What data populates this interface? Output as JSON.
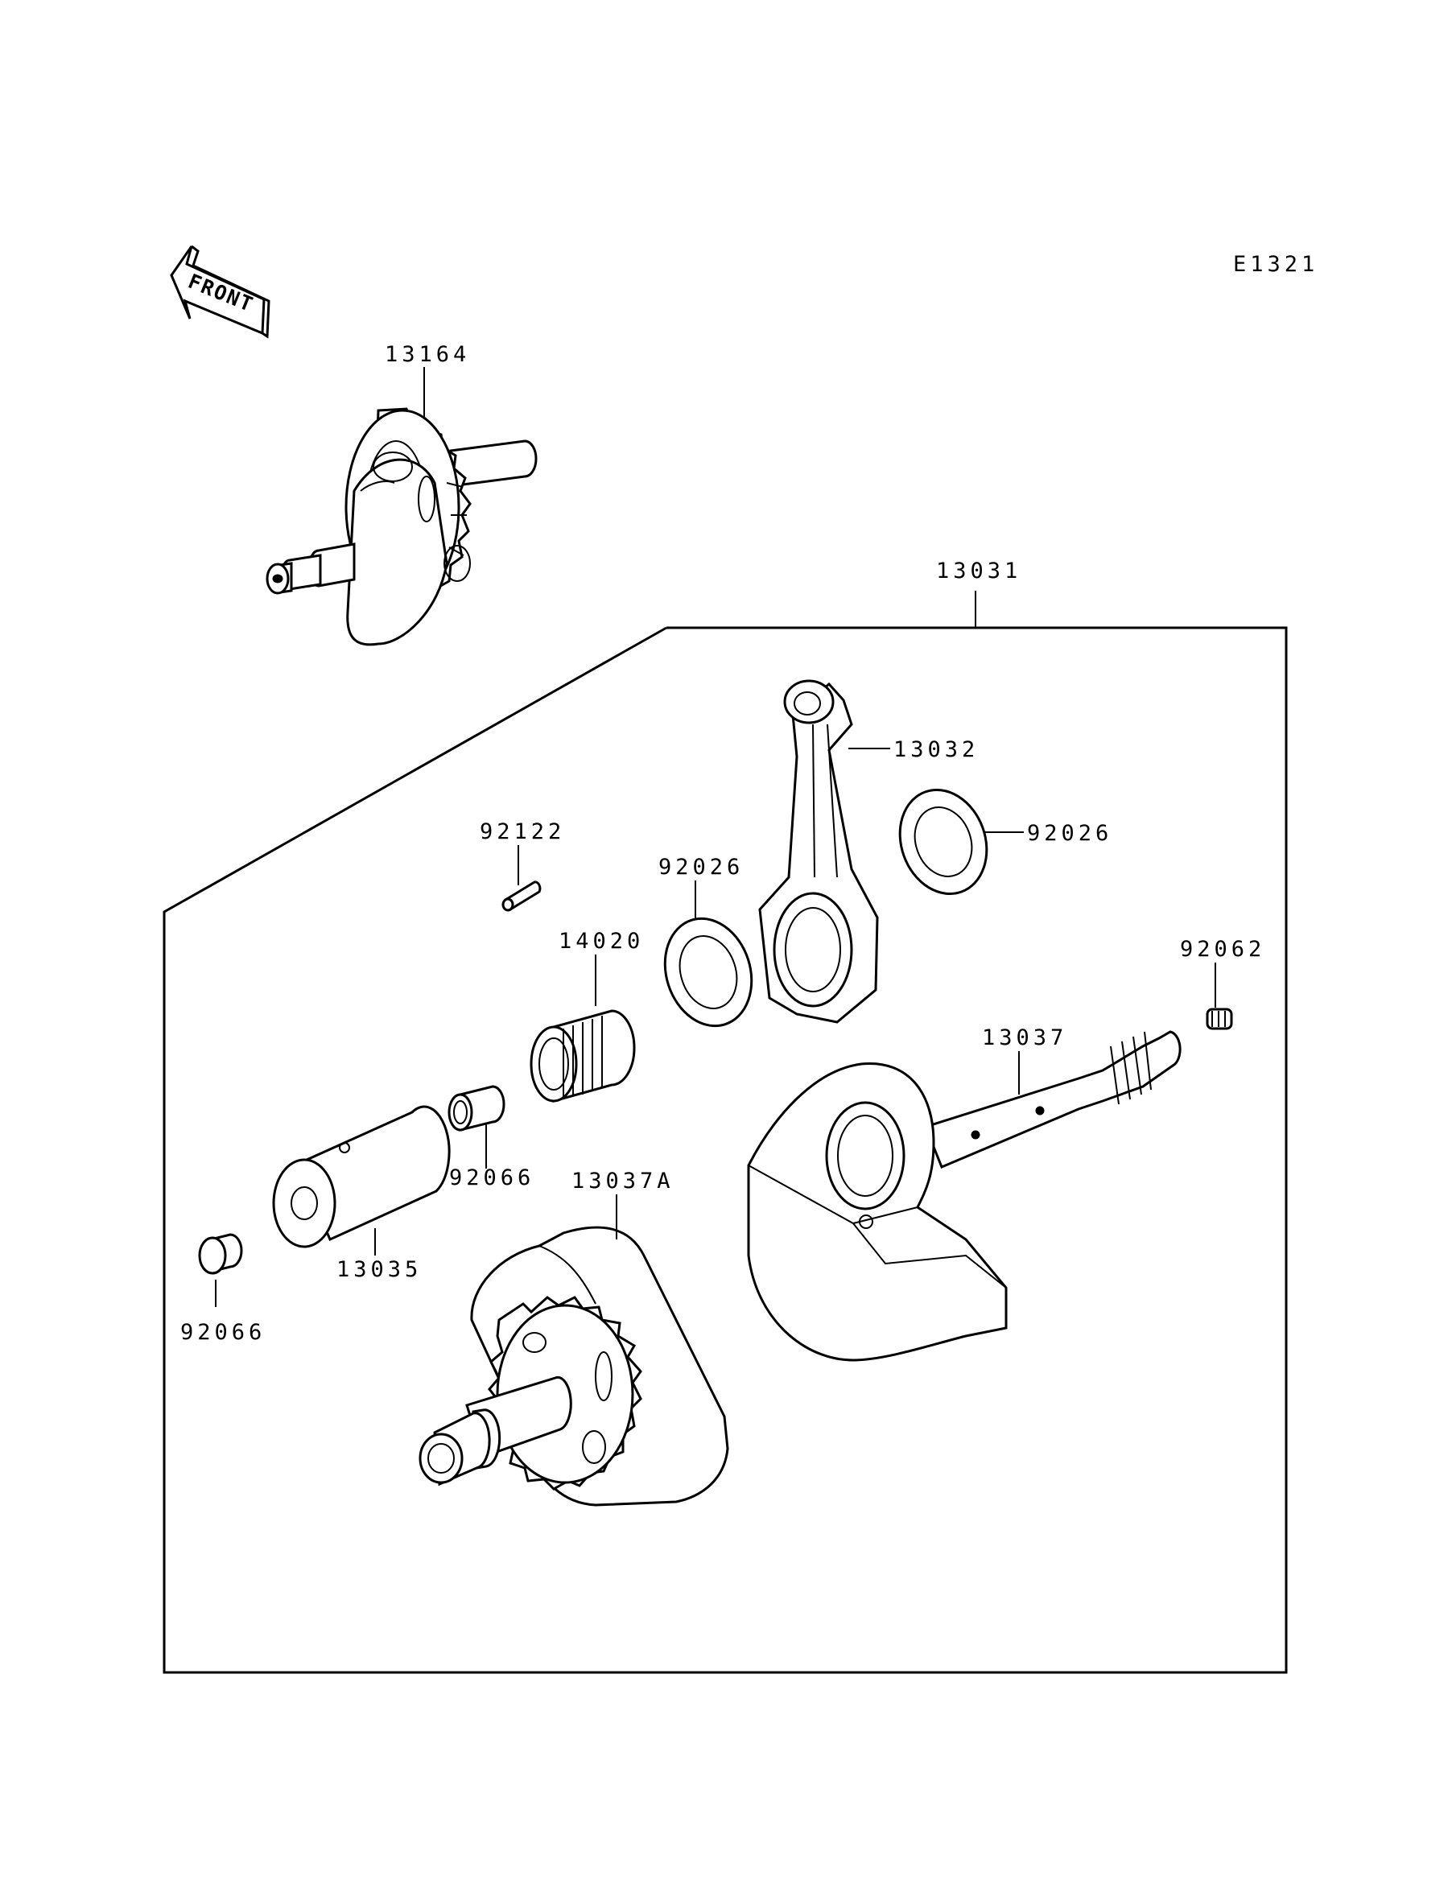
{
  "diagram_code": "E1321",
  "front_label": "FRONT",
  "labels": {
    "p13164": "13164",
    "p13031": "13031",
    "p13032": "13032",
    "p92026_right": "92026",
    "p92122": "92122",
    "p92026_left": "92026",
    "p14020": "14020",
    "p92062": "92062",
    "p13037": "13037",
    "p92066_upper": "92066",
    "p13037A": "13037A",
    "p13035": "13035",
    "p92066_lower": "92066"
  }
}
